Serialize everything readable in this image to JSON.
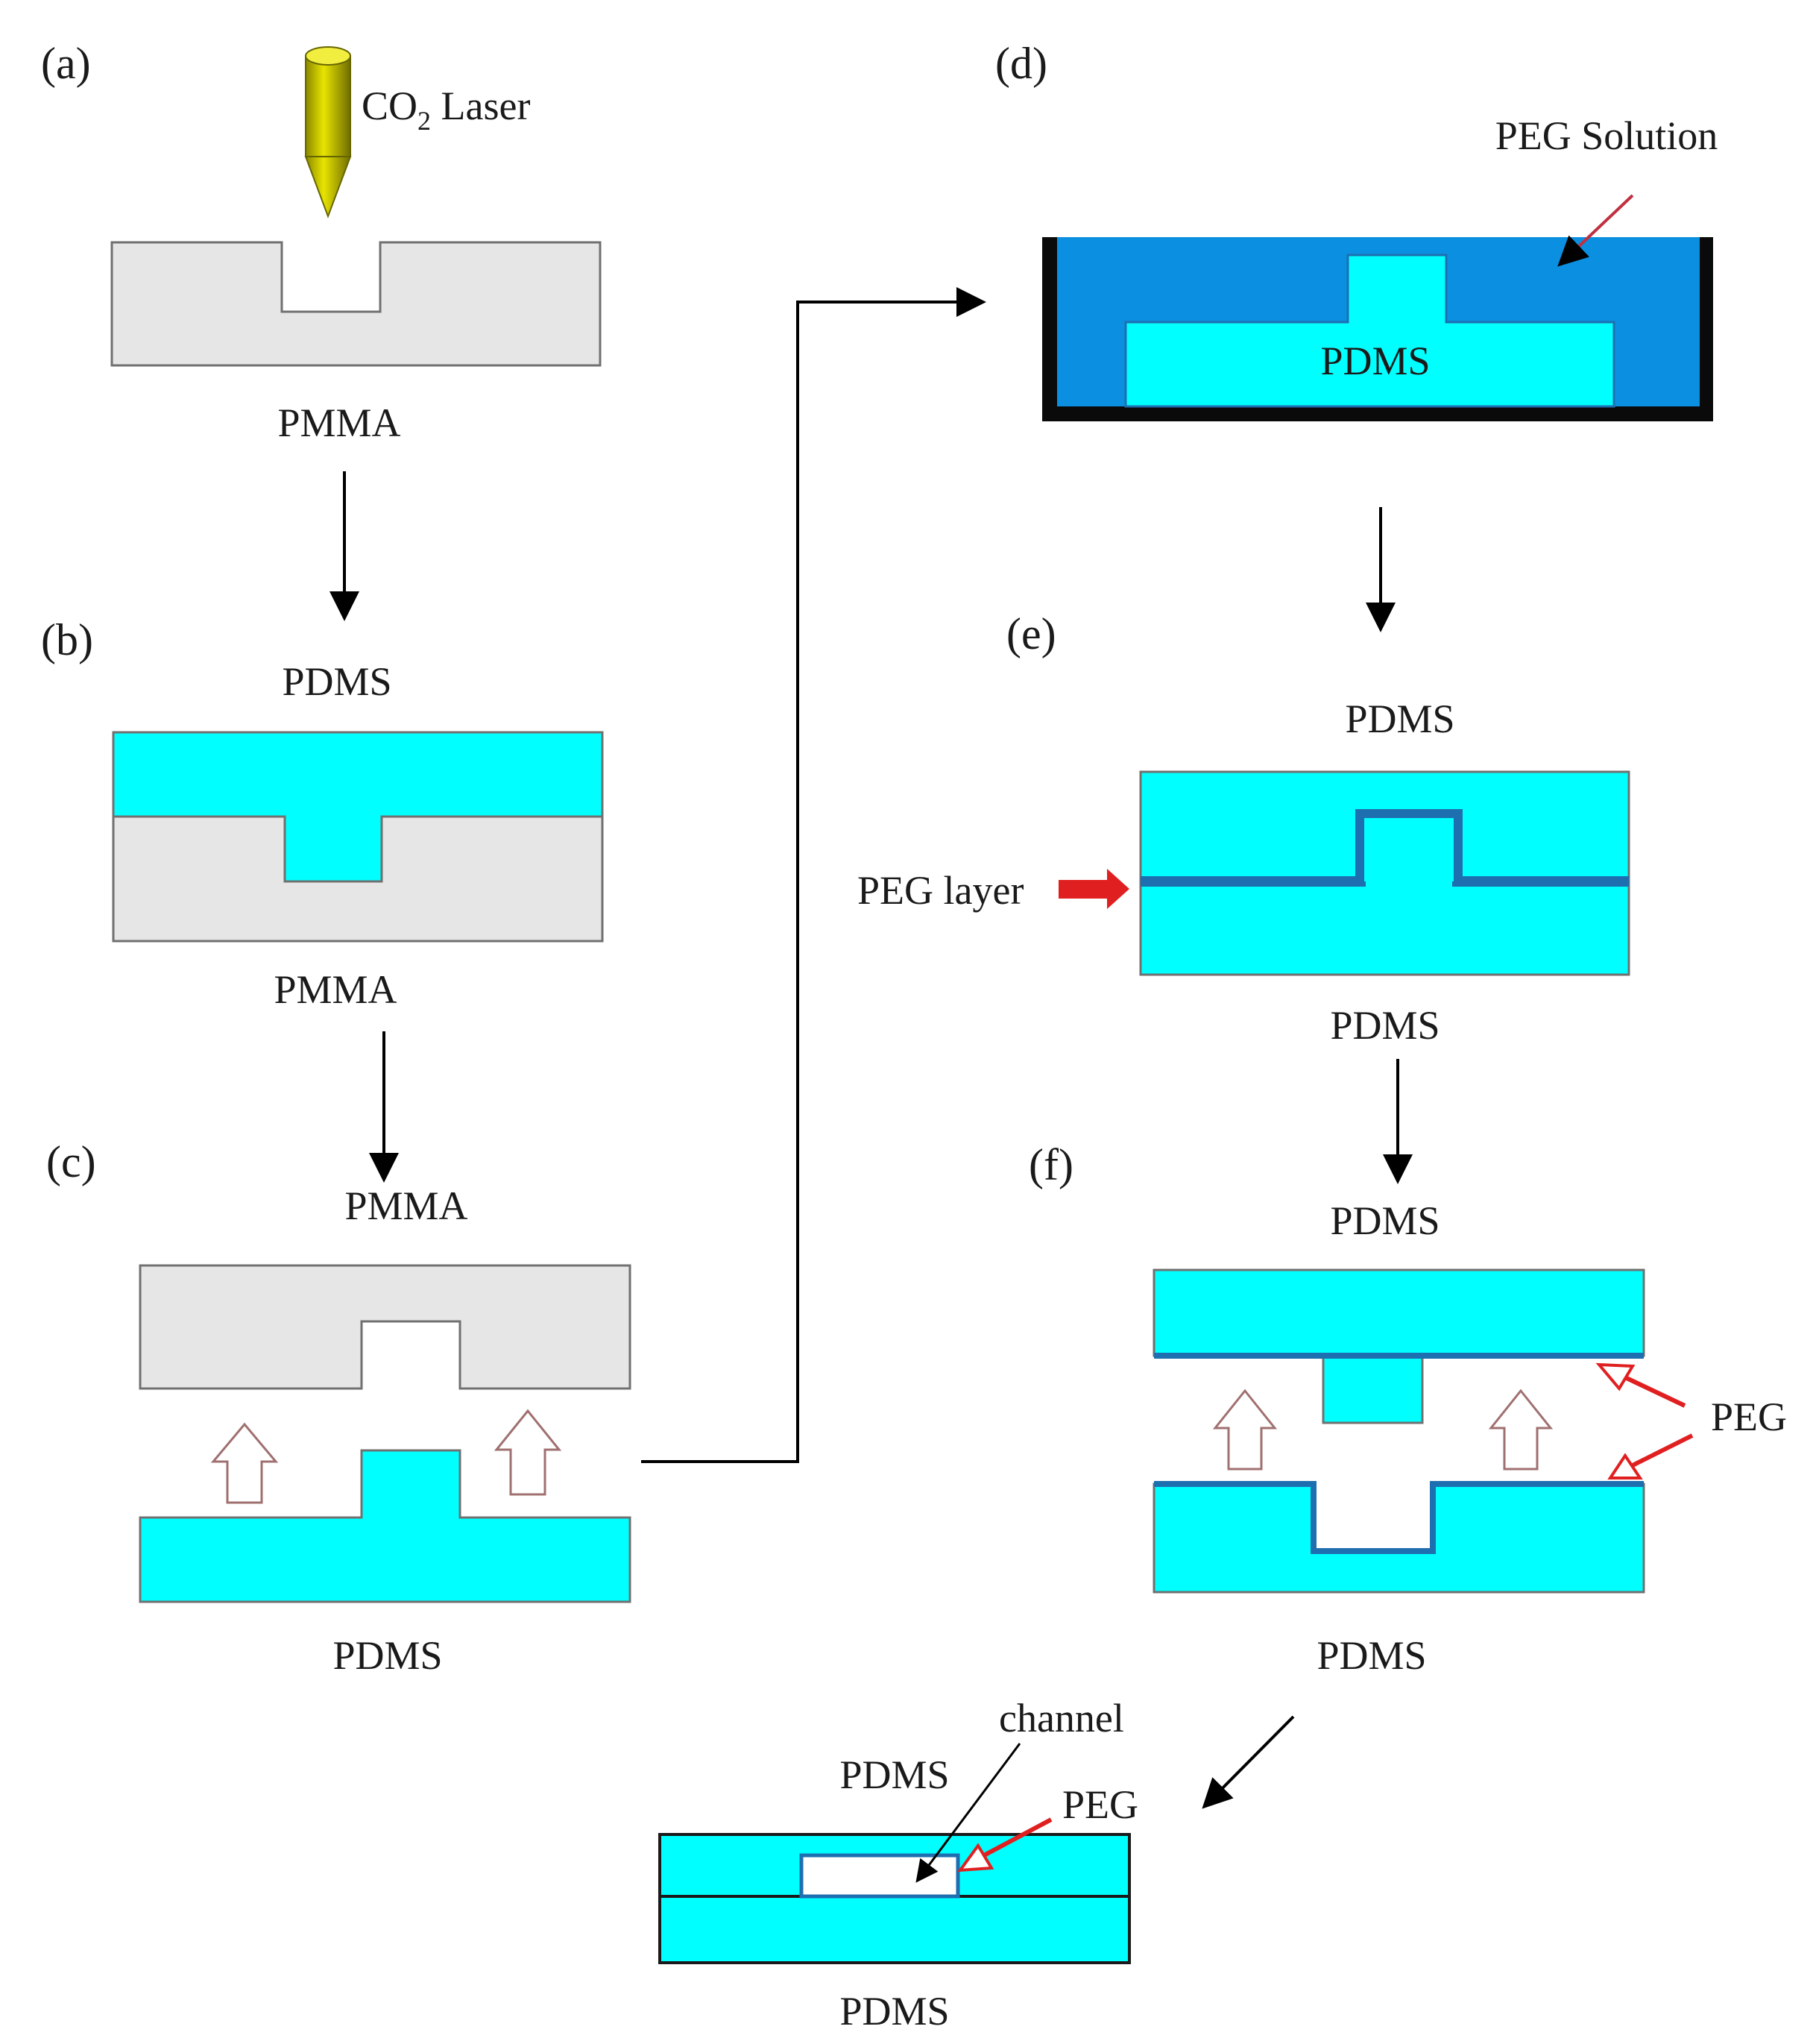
{
  "panels": {
    "a": "(a)",
    "b": "(b)",
    "c": "(c)",
    "d": "(d)",
    "e": "(e)",
    "f": "(f)"
  },
  "labels": {
    "laser_co": "CO",
    "laser_sub": "2",
    "laser_rest": " Laser",
    "a_pmma": "PMMA",
    "b_pdms": "PDMS",
    "b_pmma": "PMMA",
    "c_pmma": "PMMA",
    "c_pdms": "PDMS",
    "d_peg_solution": "PEG Solution",
    "d_pdms": "PDMS",
    "e_pdms_top": "PDMS",
    "e_peg_layer": "PEG layer",
    "e_pdms_bottom": "PDMS",
    "f_pdms_top": "PDMS",
    "f_peg": "PEG",
    "f_pdms_bottom": "PDMS",
    "g_channel": "channel",
    "g_pdms_top": "PDMS",
    "g_peg": "PEG",
    "g_pdms_bottom": "PDMS"
  },
  "colors": {
    "pmma": "#e6e6e6",
    "pdms": "#00ffff",
    "peg_solution": "#0b8fe0",
    "peg_line": "#1e6fb0",
    "outline": "#707070",
    "container": "#0a0a0a",
    "red_arrow": "#e02020",
    "laser": "#c9c600"
  }
}
